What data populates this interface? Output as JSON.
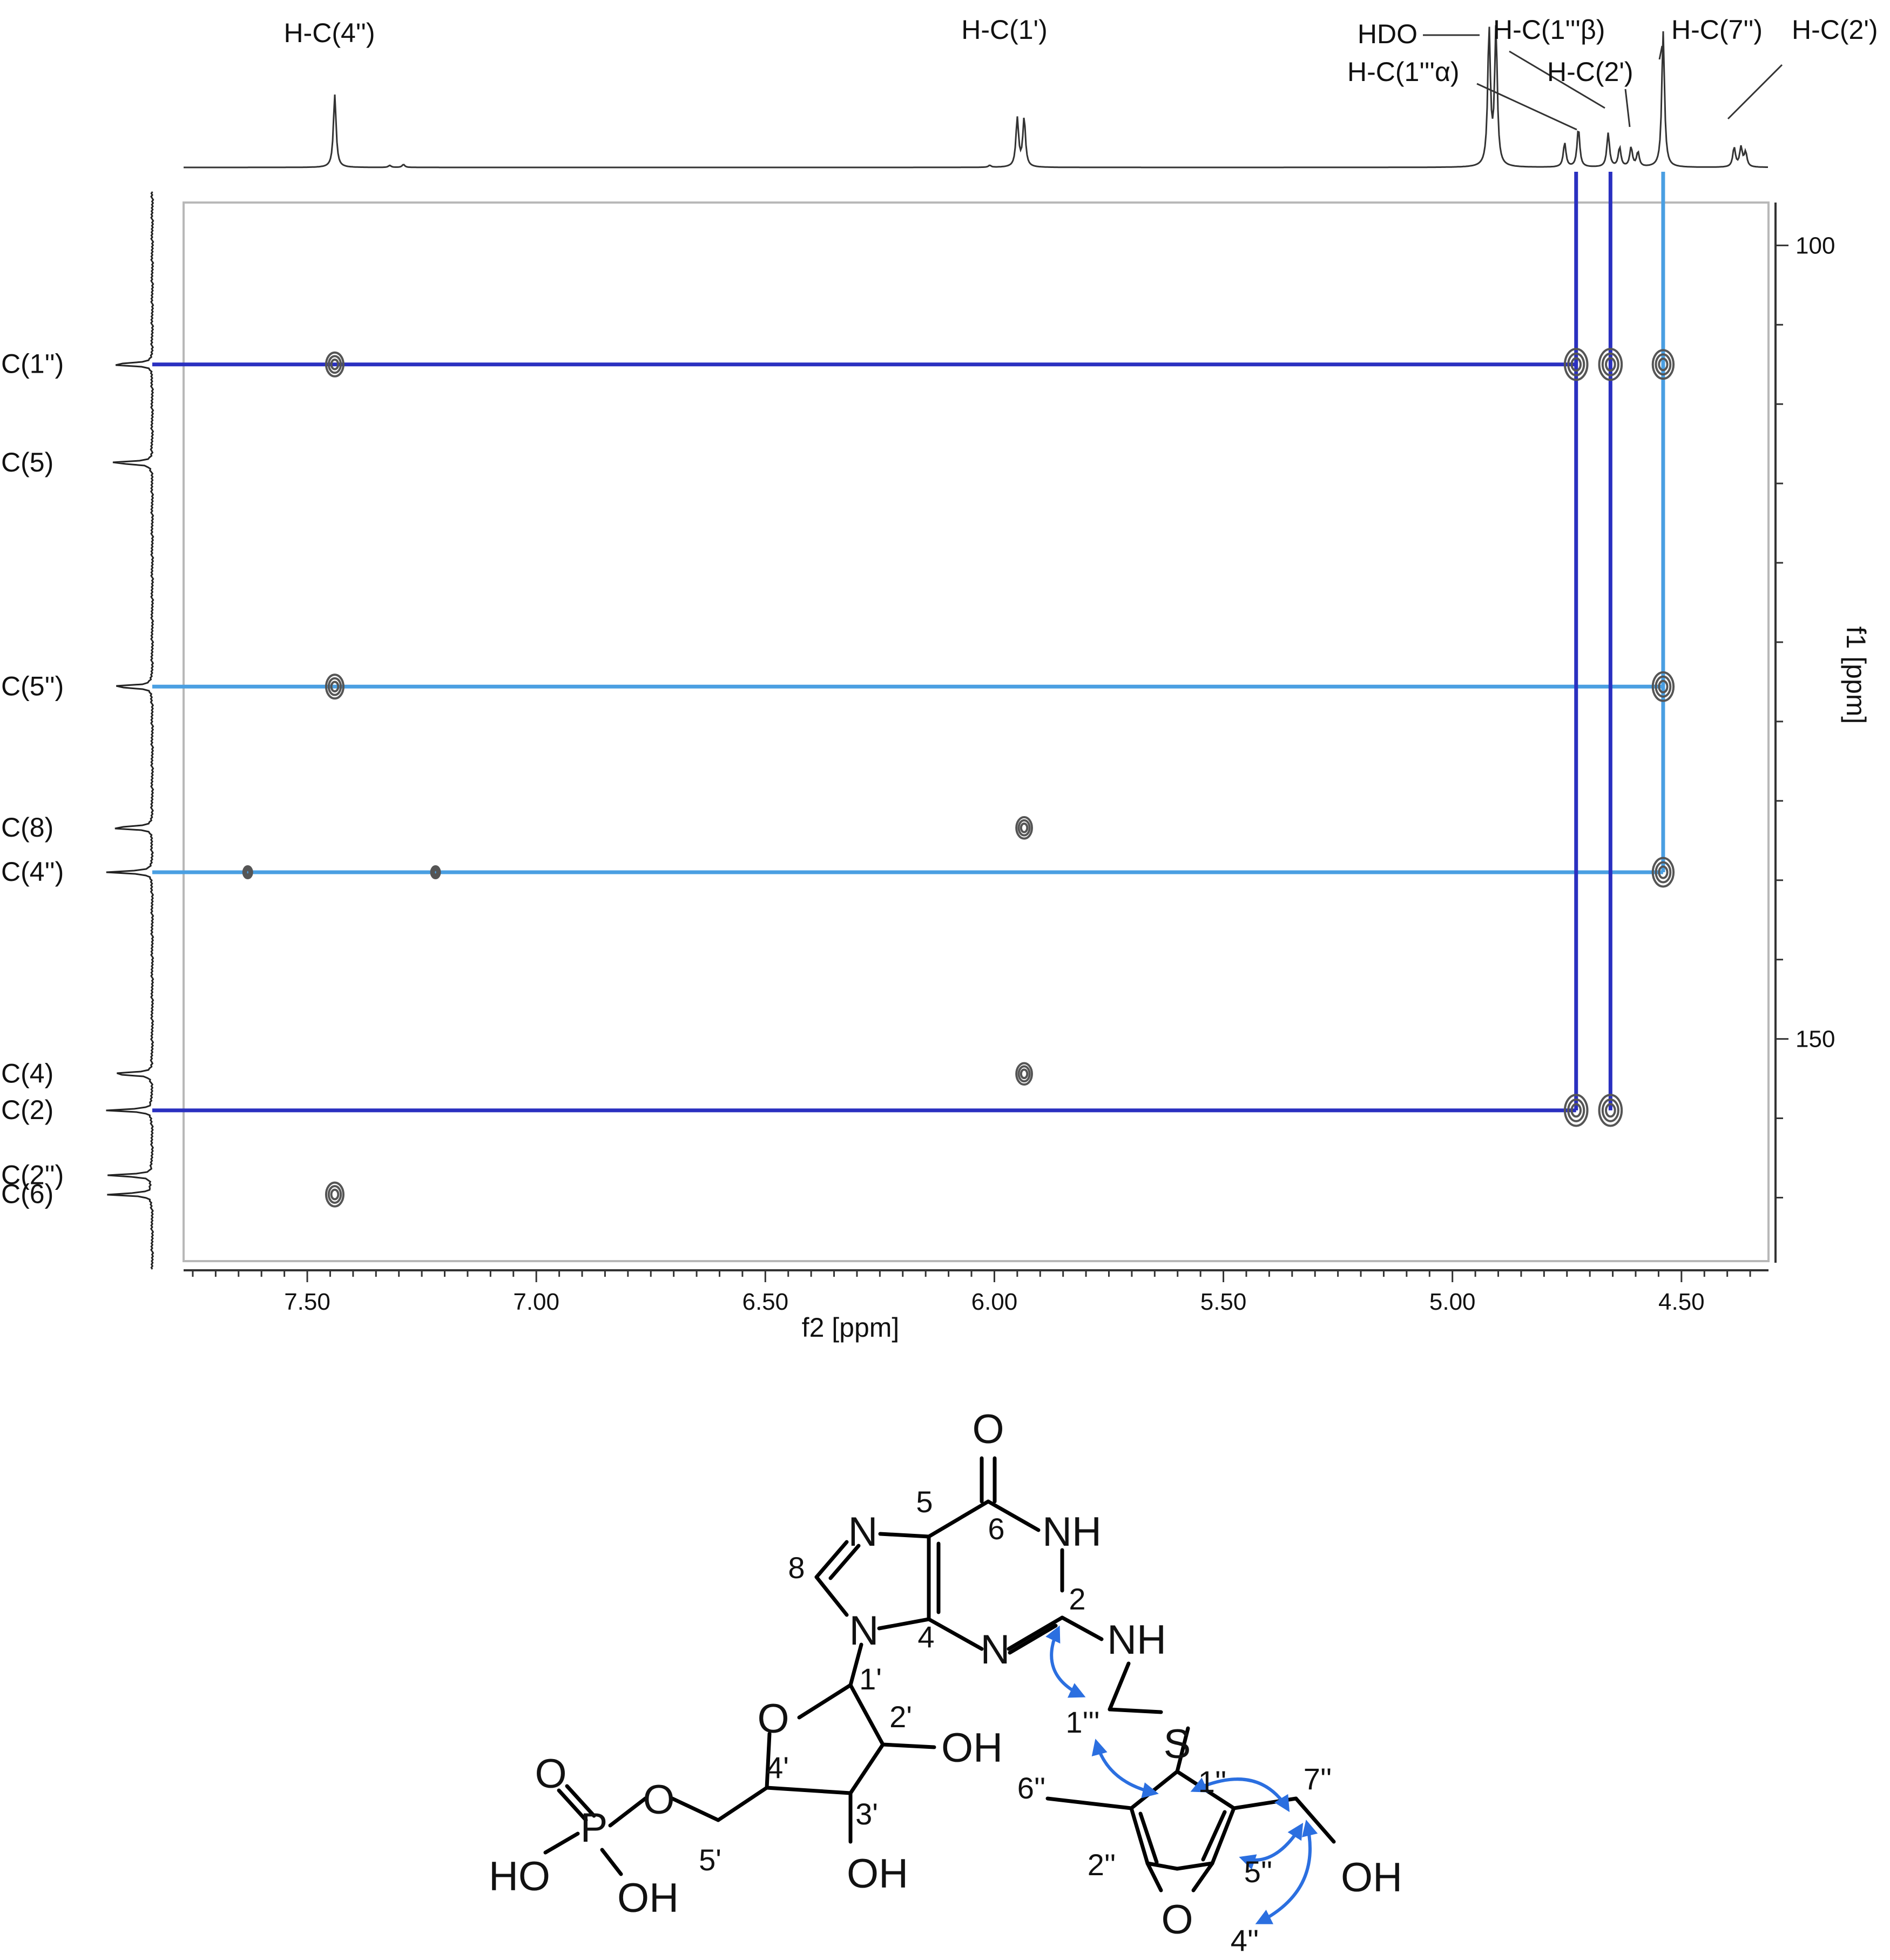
{
  "chart_data": {
    "type": "2D NMR (HMBC) spectrum",
    "x_axis": {
      "label": "f2 [ppm]",
      "range": [
        7.77,
        4.31
      ],
      "reversed": true,
      "ticks": [
        "7.50",
        "7.00",
        "6.50",
        "6.00",
        "5.50",
        "5.00",
        "4.50"
      ],
      "tick_values": [
        7.5,
        7.0,
        6.5,
        6.0,
        5.5,
        5.0,
        4.5
      ]
    },
    "y_axis": {
      "label": "f1 [ppm]",
      "range": [
        97.3,
        164.0
      ],
      "reversed": true,
      "ticks": [
        "100",
        "150"
      ],
      "tick_values": [
        100,
        150
      ]
    },
    "proton_labels": [
      "H-C(4'')",
      "H-C(1')",
      "HDO",
      "H-C(1'''β)",
      "H-C(1'''α)",
      "H-C(2')",
      "H-C(7'')",
      "H-C(2')"
    ],
    "proton_peaks": [
      {
        "ppm": 7.44,
        "intensity": 0.75
      },
      {
        "ppm": 7.32,
        "intensity": 0.02
      },
      {
        "ppm": 7.29,
        "intensity": 0.03
      },
      {
        "ppm": 6.01,
        "intensity": 0.02
      },
      {
        "ppm": 5.95,
        "intensity": 0.5
      },
      {
        "ppm": 5.935,
        "intensity": 0.5
      },
      {
        "ppm": 4.92,
        "intensity": 1.4
      },
      {
        "ppm": 4.905,
        "intensity": 1.4
      },
      {
        "ppm": 4.755,
        "intensity": 0.25
      },
      {
        "ppm": 4.725,
        "intensity": 0.4
      },
      {
        "ppm": 4.66,
        "intensity": 0.35
      },
      {
        "ppm": 4.635,
        "intensity": 0.2
      },
      {
        "ppm": 4.61,
        "intensity": 0.2
      },
      {
        "ppm": 4.595,
        "intensity": 0.15
      },
      {
        "ppm": 4.54,
        "intensity": 1.4
      },
      {
        "ppm": 4.385,
        "intensity": 0.2
      },
      {
        "ppm": 4.37,
        "intensity": 0.2
      },
      {
        "ppm": 4.36,
        "intensity": 0.15
      }
    ],
    "carbon_labels": [
      {
        "label": "C(1'')",
        "ppm": 107.5
      },
      {
        "label": "C(5)",
        "ppm": 113.7
      },
      {
        "label": "C(5'')",
        "ppm": 127.8
      },
      {
        "label": "C(8)",
        "ppm": 136.7
      },
      {
        "label": "C(4'')",
        "ppm": 139.5
      },
      {
        "label": "C(4)",
        "ppm": 152.2
      },
      {
        "label": "C(2)",
        "ppm": 154.5
      },
      {
        "label": "C(2'')",
        "ppm": 158.6
      },
      {
        "label": "C(6)",
        "ppm": 159.8
      }
    ],
    "cross_peaks": [
      {
        "f2": 7.44,
        "f1": 107.5,
        "size": 1
      },
      {
        "f2": 4.73,
        "f1": 107.5,
        "size": 1.3
      },
      {
        "f2": 4.655,
        "f1": 107.5,
        "size": 1.3
      },
      {
        "f2": 4.54,
        "f1": 107.5,
        "size": 1.2
      },
      {
        "f2": 7.44,
        "f1": 127.8,
        "size": 1
      },
      {
        "f2": 4.54,
        "f1": 127.8,
        "size": 1.2
      },
      {
        "f2": 5.935,
        "f1": 136.7,
        "size": 0.9
      },
      {
        "f2": 7.63,
        "f1": 139.5,
        "size": 0.5
      },
      {
        "f2": 7.22,
        "f1": 139.5,
        "size": 0.5
      },
      {
        "f2": 4.54,
        "f1": 139.5,
        "size": 1.2
      },
      {
        "f2": 5.935,
        "f1": 152.2,
        "size": 0.9
      },
      {
        "f2": 4.73,
        "f1": 154.5,
        "size": 1.3
      },
      {
        "f2": 4.655,
        "f1": 154.5,
        "size": 1.3
      },
      {
        "f2": 7.44,
        "f1": 159.8,
        "size": 1
      }
    ],
    "correlation_lines": [
      {
        "carbon": "C(1'')",
        "f1": 107.5,
        "proton_ppm": 4.73,
        "color": "#2a30c0"
      },
      {
        "carbon": "C(5'')",
        "f1": 127.8,
        "proton_ppm": 4.54,
        "color": "#4a9fe2"
      },
      {
        "carbon": "C(4'')",
        "f1": 139.5,
        "proton_ppm": 4.54,
        "color": "#4a9fe2"
      },
      {
        "carbon": "C(2)",
        "f1": 154.5,
        "proton_ppm": 4.73,
        "color": "#2a30c0"
      },
      {
        "vertical_at_ppm": 4.73,
        "color": "#2a30c0"
      },
      {
        "vertical_at_ppm": 4.655,
        "color": "#2a30c0"
      },
      {
        "vertical_at_ppm": 4.54,
        "color": "#4a9fe2"
      }
    ],
    "colors": {
      "dark_blue": "#2a30c0",
      "light_blue": "#4a9fe2",
      "arrow_blue": "#2b6fe0",
      "ink": "#111111"
    }
  },
  "molecule": {
    "atoms": {
      "O_carbonyl": "O",
      "N7": "N",
      "NH_ring": "NH",
      "NH_link": "NH",
      "N3": "N",
      "N9": "N",
      "S": "S",
      "O_ribose": "O",
      "OH_2prime": "OH",
      "OH_3prime": "OH",
      "O_phos": "O",
      "P": "P",
      "O_double": "O",
      "HO_left": "HO",
      "OH_bottom": "OH",
      "O_furan": "O",
      "OH_7dprime": "OH"
    },
    "numbers": {
      "n5": "5",
      "n6": "6",
      "n8": "8",
      "n2": "2",
      "n4": "4",
      "n1prime": "1'",
      "n2prime": "2'",
      "n3prime": "3'",
      "n4prime": "4'",
      "n5prime": "5'",
      "n1tprime": "1'''",
      "n1dprime": "1''",
      "n2dprime": "2''",
      "n5dprime": "5''",
      "n4dprime": "4''",
      "n6dprime": "6''",
      "n7dprime": "7''"
    }
  }
}
